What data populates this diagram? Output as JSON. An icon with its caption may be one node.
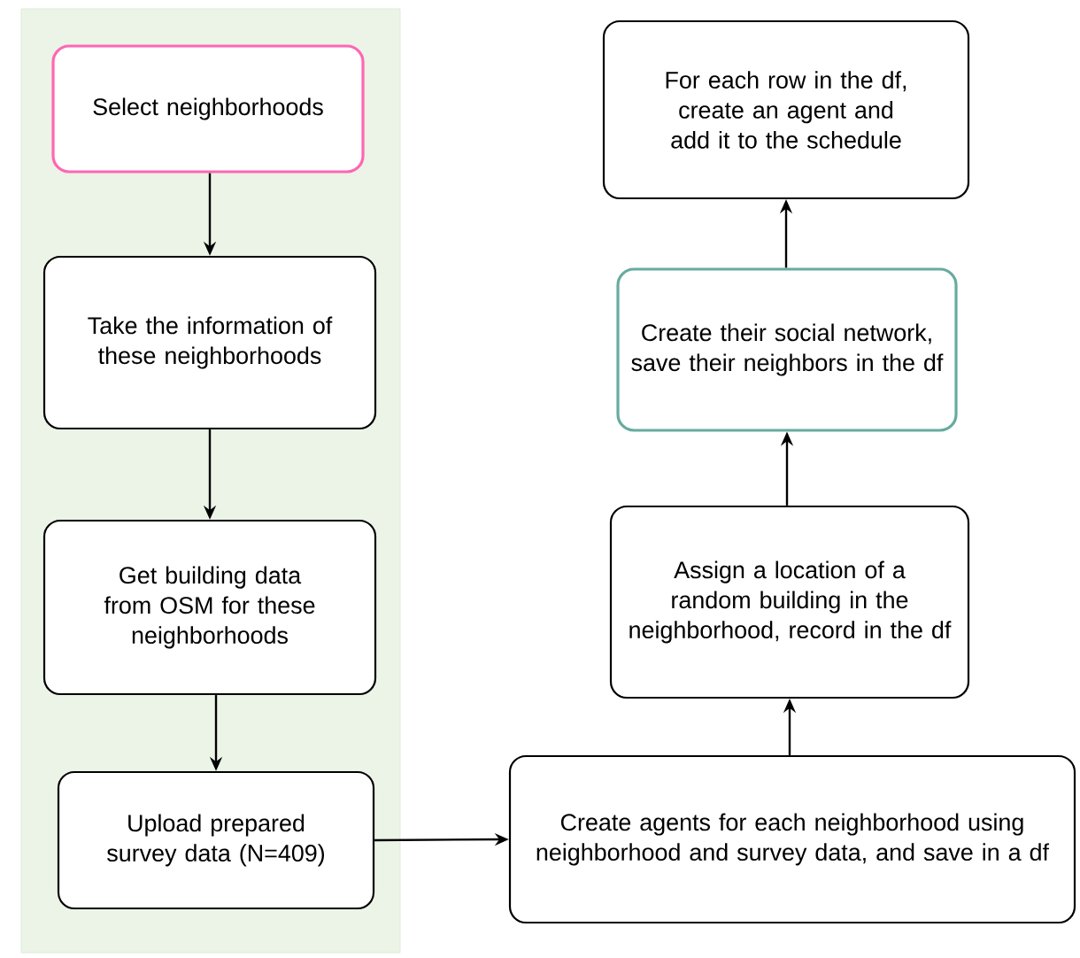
{
  "diagram": {
    "nodes": [
      {
        "text": [],
        "shape": "box"
      },
      {
        "text": [
          "Select neighborhoods"
        ],
        "in": 0
      },
      {
        "text": [
          "Take the information of these neighborhoods"
        ],
        "in": 0
      },
      {
        "text": [
          "Get building data from OSM for these neighborhoods"
        ],
        "in": 0
      },
      {
        "text": [
          "Upload prepared survey data (N=409)"
        ],
        "in": 0
      },
      {
        "text": [
          "Create agents for each neighborhood using neighborhood and survey data, and save in a df"
        ]
      },
      {
        "text": [
          "Assign a location of a random building in the neighborhood, record in the df"
        ]
      },
      {
        "text": [
          "Create their social network, save their neighbors in the df"
        ]
      },
      {
        "text": [
          "For each row in the df, create an agent and add it to the schedule"
        ]
      }
    ],
    "edges": [
      {
        "from": 1,
        "to": 2,
        "arrow": "to"
      },
      {
        "from": 2,
        "to": 3,
        "arrow": "to"
      },
      {
        "from": 3,
        "to": 4,
        "arrow": "to"
      },
      {
        "from": 4,
        "to": 5,
        "arrow": "to"
      },
      {
        "from": 5,
        "to": 6,
        "arrow": "to"
      },
      {
        "from": 6,
        "to": 7,
        "arrow": "to"
      },
      {
        "from": 7,
        "to": 8,
        "arrow": "to"
      }
    ]
  }
}
